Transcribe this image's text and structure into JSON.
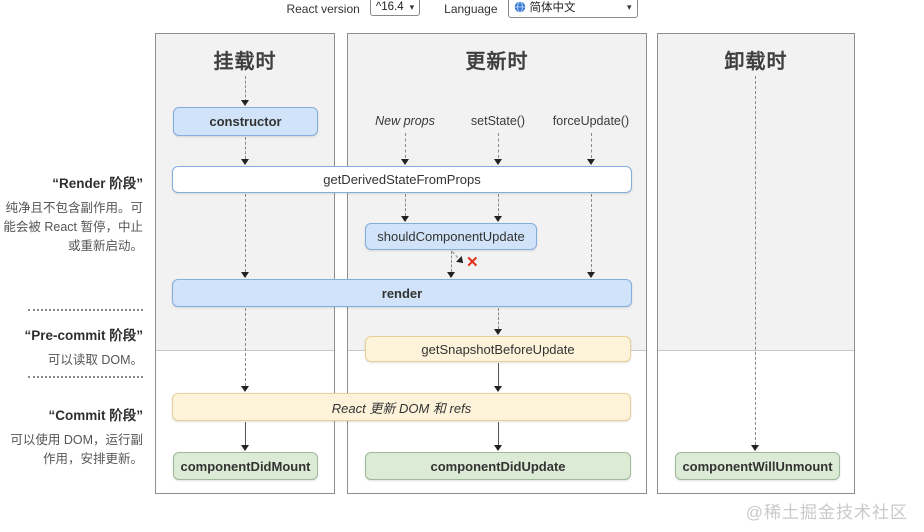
{
  "toolbar": {
    "react_version_label": "React version",
    "react_version_value": "^16.4",
    "language_label": "Language",
    "language_value": "简体中文",
    "select_chevron": "▾"
  },
  "columns": {
    "mounting": "挂载时",
    "updating": "更新时",
    "unmounting": "卸载时"
  },
  "phases": {
    "render": {
      "title": "“Render 阶段”",
      "desc": "纯净且不包含副作用。可能会被 React 暂停，中止或重新启动。"
    },
    "pre_commit": {
      "title": "“Pre-commit 阶段”",
      "desc": "可以读取 DOM。"
    },
    "commit": {
      "title": "“Commit 阶段”",
      "desc": "可以使用 DOM，运行副作用，安排更新。"
    }
  },
  "triggers": {
    "new_props": "New props",
    "set_state": "setState()",
    "force_update": "forceUpdate()"
  },
  "methods": {
    "constructor": "constructor",
    "get_derived_state_from_props": "getDerivedStateFromProps",
    "should_component_update": "shouldComponentUpdate",
    "render": "render",
    "get_snapshot_before_update": "getSnapshotBeforeUpdate",
    "react_updates_dom": "React 更新 DOM 和 refs",
    "component_did_mount": "componentDidMount",
    "component_did_update": "componentDidUpdate",
    "component_will_unmount": "componentWillUnmount"
  },
  "misc": {
    "false_marker": "✕",
    "watermark": "@稀土掘金技术社区"
  },
  "colors": {
    "box_blue_bg": "#d0e3f8",
    "box_blue_border": "#84aede",
    "box_yellow_bg": "#fcf3da",
    "box_yellow_border": "#e9cf97",
    "box_green_bg": "#dcebd6",
    "box_green_border": "#9fb89a",
    "column_gray": "#f2f2f2",
    "false_red": "#e0301e"
  }
}
